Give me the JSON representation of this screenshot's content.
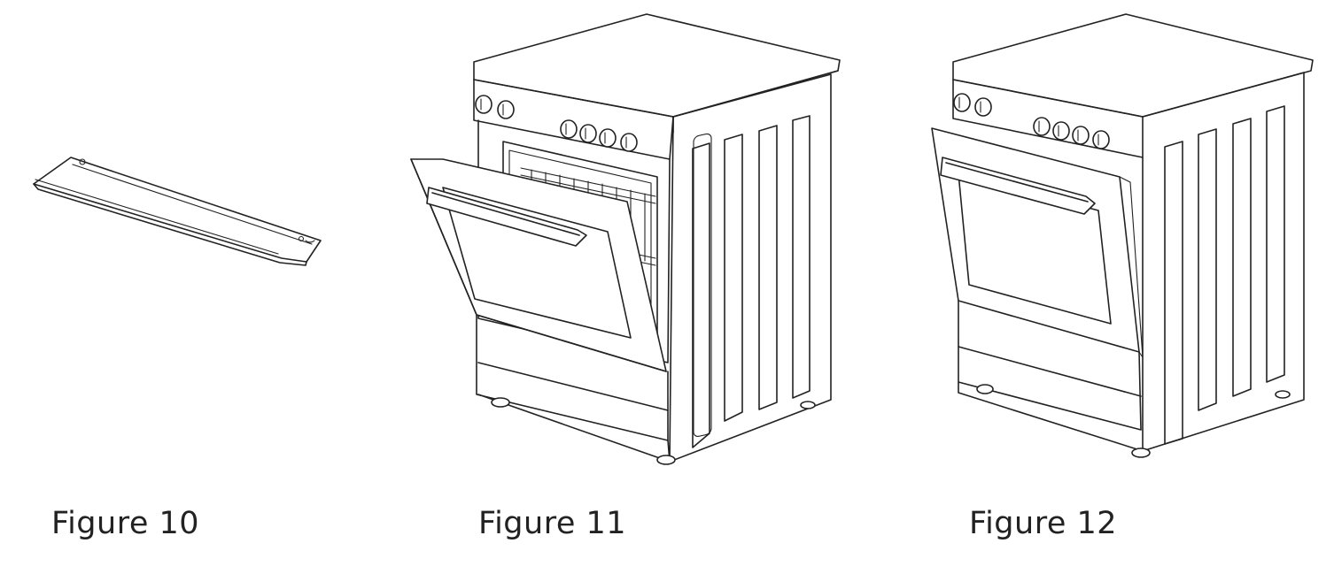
{
  "figures": [
    {
      "id": "figure-10",
      "caption": "Figure 10",
      "depicts": "bracket-part"
    },
    {
      "id": "figure-11",
      "caption": "Figure 11",
      "depicts": "oven-door-open"
    },
    {
      "id": "figure-12",
      "caption": "Figure 12",
      "depicts": "oven-door-closed"
    }
  ]
}
